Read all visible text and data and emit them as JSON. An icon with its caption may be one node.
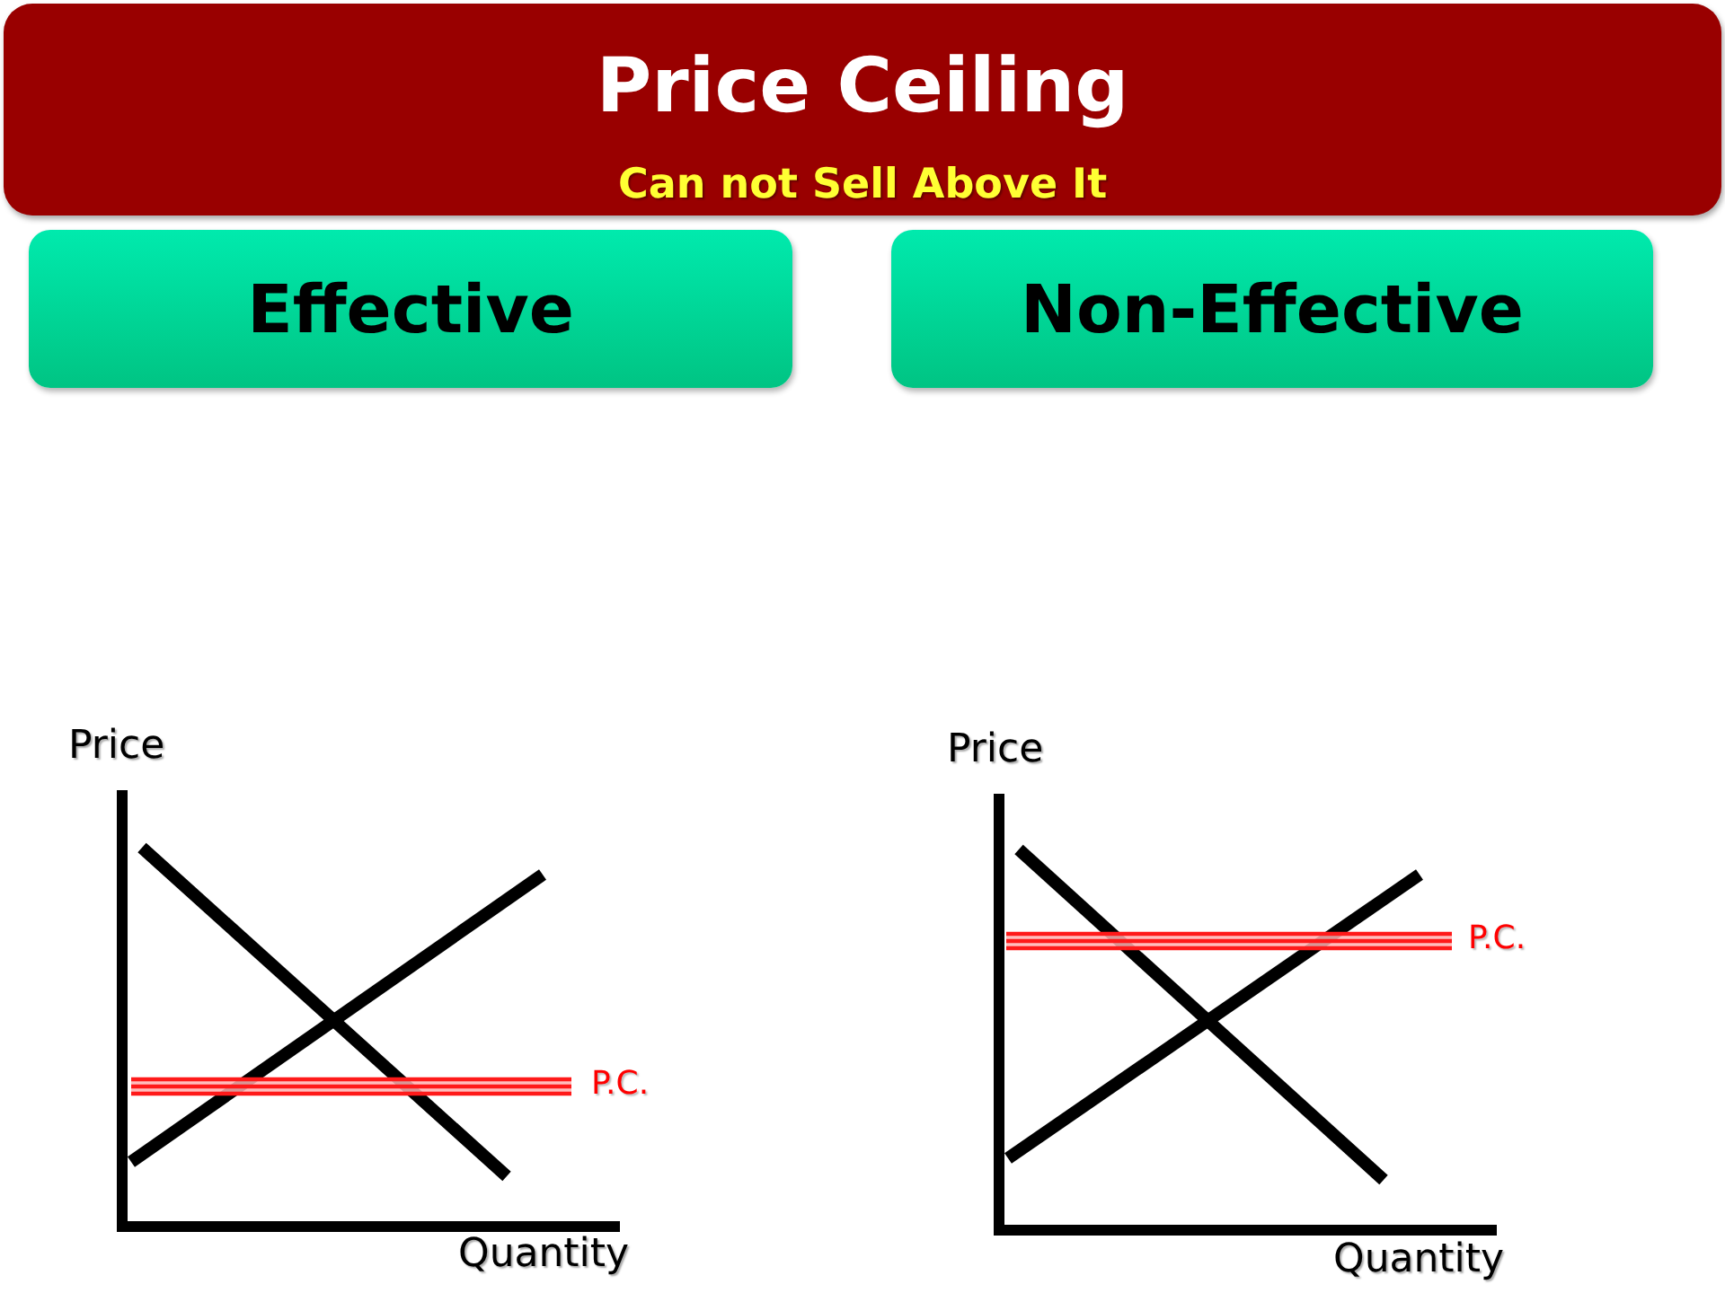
{
  "diagram": {
    "title": "Price Ceiling",
    "nodes": [
      {
        "text": [
          "Effective"
        ]
      },
      {
        "text": [
          "Non-Effective"
        ]
      }
    ],
    "labels": [
      "Can not Sell Above It",
      "Price",
      "P.C.",
      "Quantity",
      "Price",
      "P.C.",
      "Quantity"
    ]
  }
}
